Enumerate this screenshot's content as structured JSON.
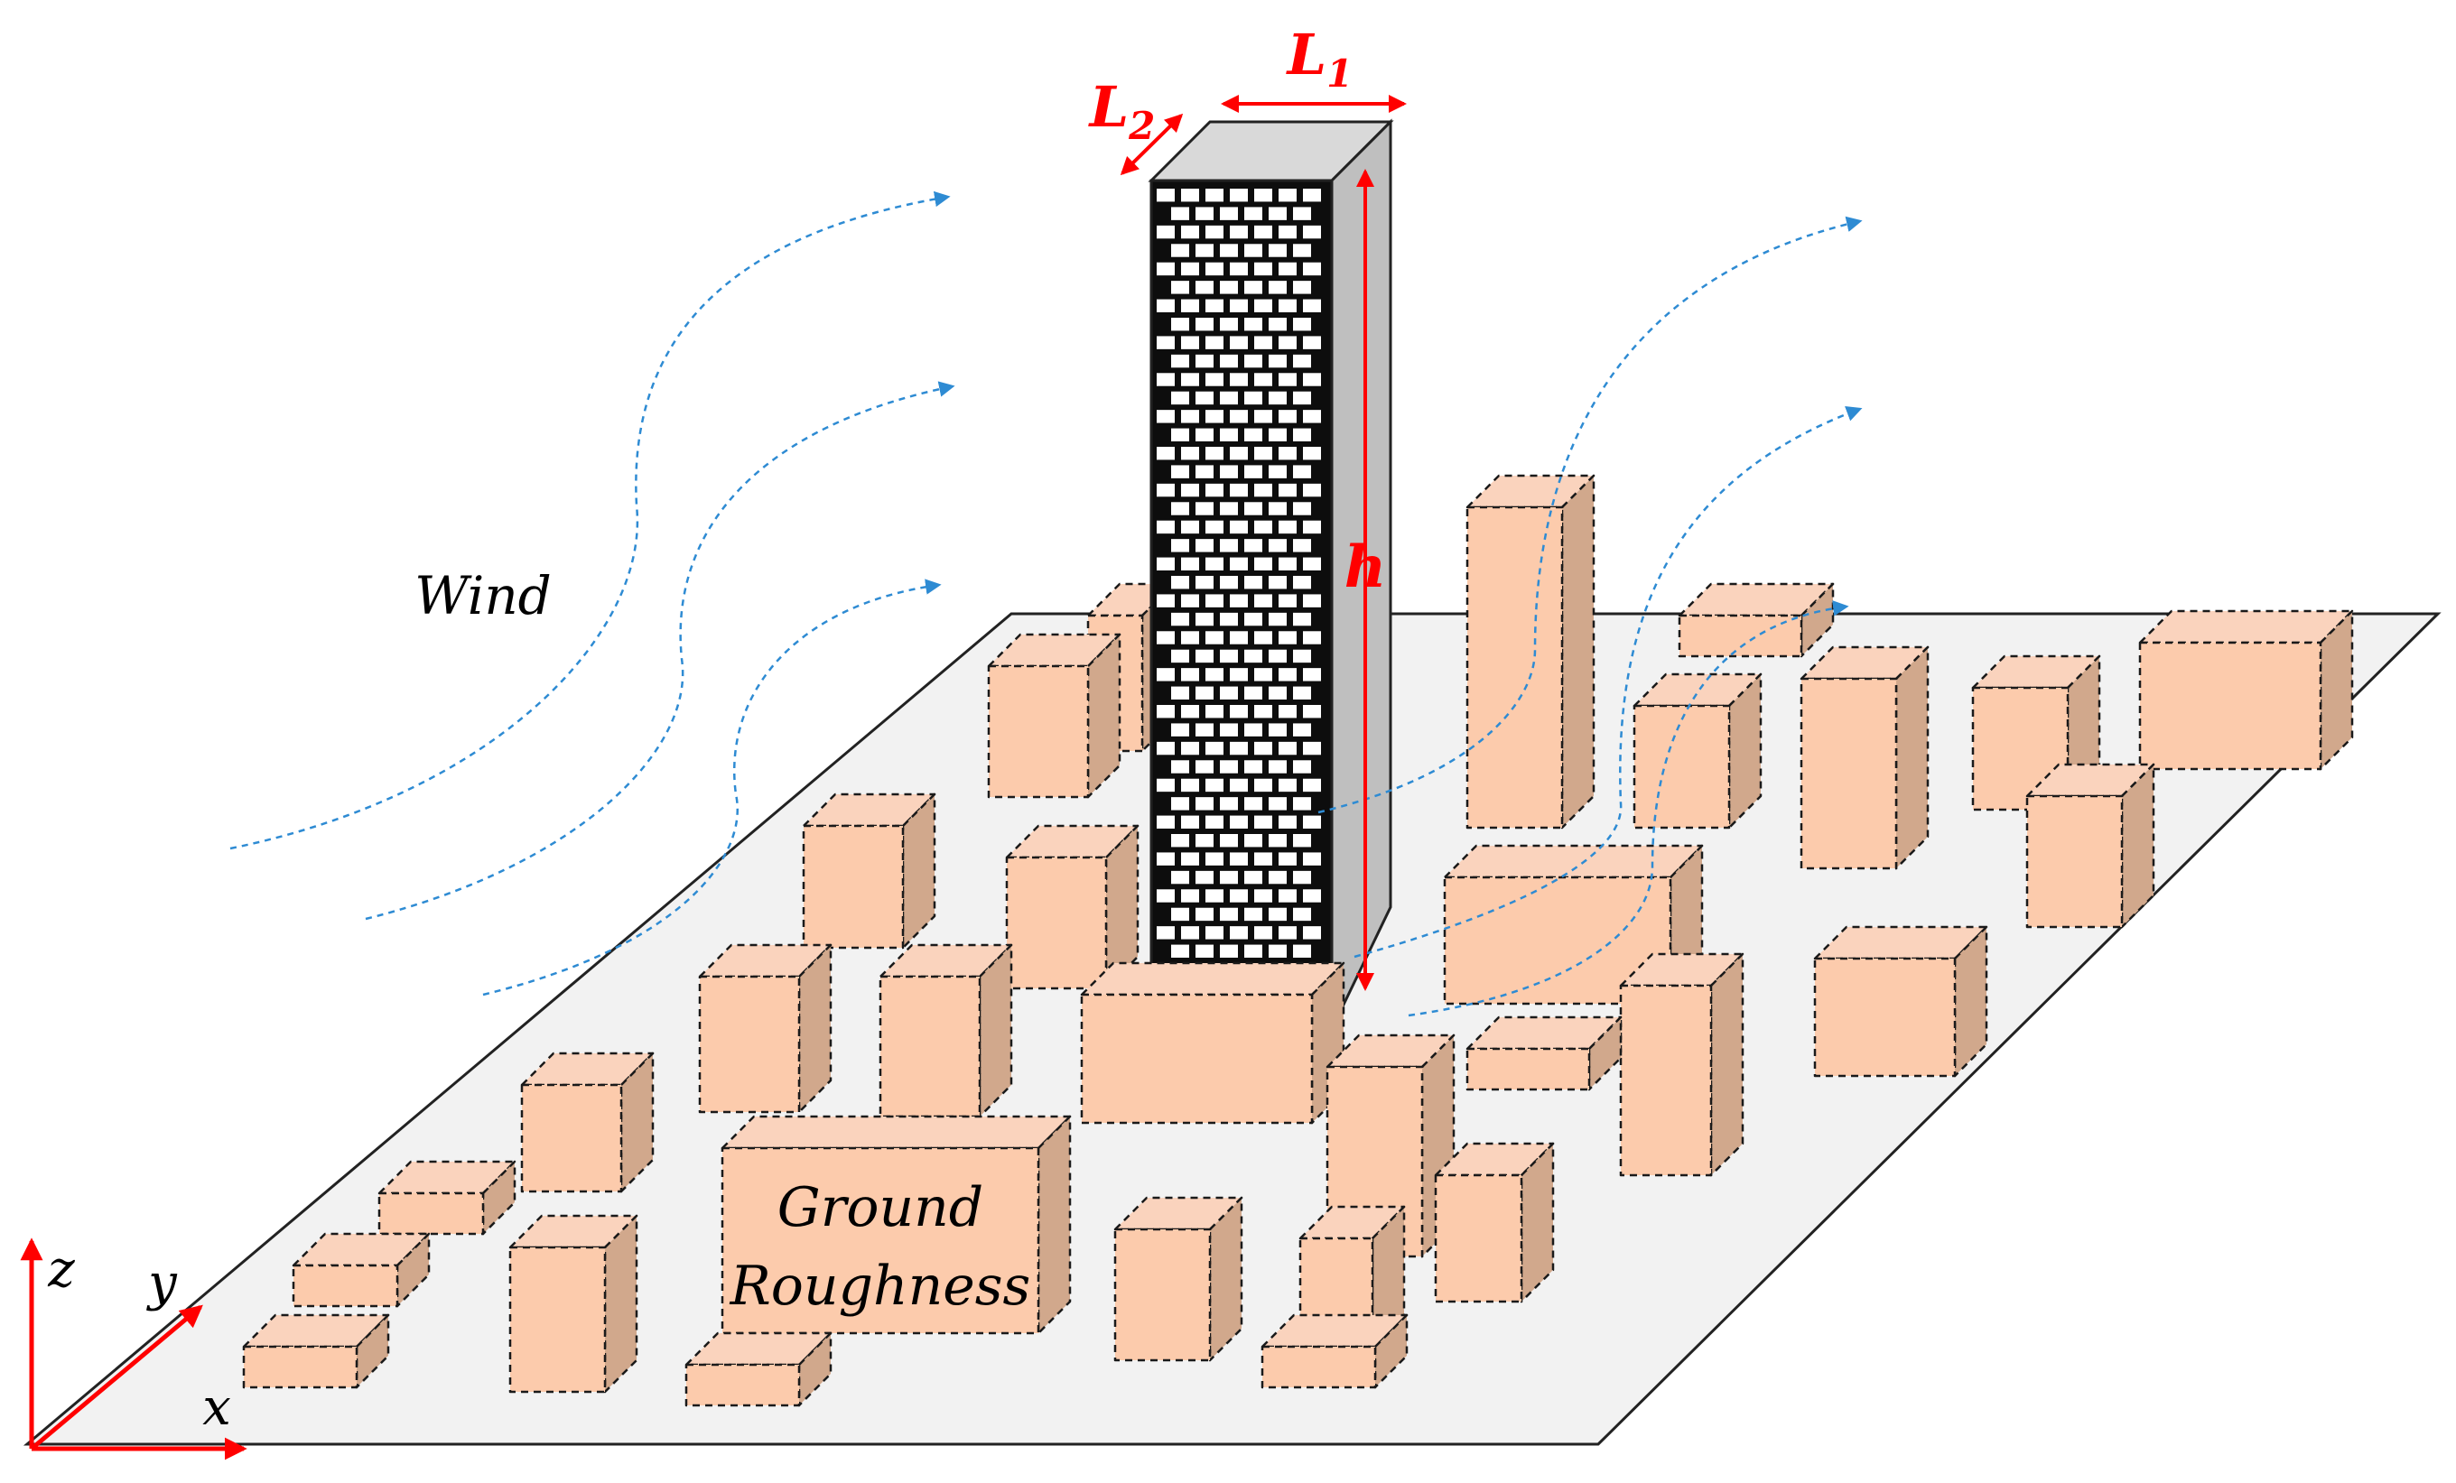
{
  "labels": {
    "wind": "Wind",
    "block_label_line1": "Ground",
    "block_label_line2": "Roughness",
    "dim_l1_main": "L",
    "dim_l1_sub": "1",
    "dim_l2_main": "L",
    "dim_l2_sub": "2",
    "dim_h": "h",
    "axis_x": "x",
    "axis_y": "y",
    "axis_z": "z"
  },
  "colors": {
    "block_front": "#FCCBAC",
    "block_top": "#FAD3BD",
    "block_side": "#D1A88C",
    "block_outline": "#1A1A1A",
    "ground": "#F2F2F2",
    "tower_front": "#0D0D0D",
    "tower_window": "#FFFFFF",
    "tower_side": "#BFBFBF",
    "tower_top": "#D9D9D9",
    "dimension": "#FF0000",
    "wind_streamline": "#2E8BD3",
    "text": "#000000"
  }
}
